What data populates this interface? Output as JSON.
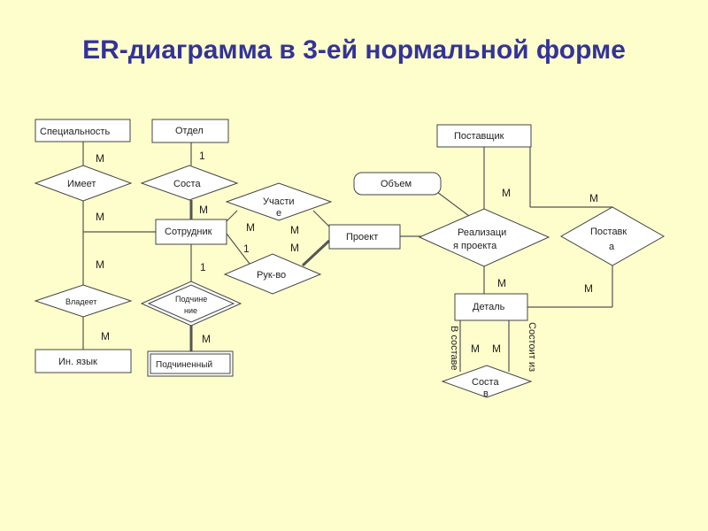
{
  "title": "ER-диаграмма в 3-ей нормальной форме",
  "entities": {
    "specialnost": "Специальность",
    "otdel": "Отдел",
    "sotrudnik": "Сотрудник",
    "in_yazyk": "Ин. язык",
    "podchinenny": "Подчиненный",
    "proekt": "Проект",
    "postavshchik": "Поставщик",
    "detal": "Деталь"
  },
  "attributes": {
    "obem": "Объем"
  },
  "relationships": {
    "imeet": "Имеет",
    "sosta1": "Соста",
    "vladeet": "Владеет",
    "podchinenie_1": "Подчине",
    "podchinenie_2": "ние",
    "uchastie_1": "Участи",
    "uchastie_2": "е",
    "ruk_vo": "Рук-во",
    "realizatsiya_1": "Реализаци",
    "realizatsiya_2": "я проекта",
    "postavka_1": "Поставк",
    "postavka_2": "а",
    "sostav_1": "Соста",
    "sostav_2": "в"
  },
  "edge_labels": {
    "v_sostave": "В составе",
    "sostoit_iz": "Состоит из"
  },
  "cardinalities": {
    "c1": "M",
    "c2": "M",
    "c3": "M",
    "c4": "M",
    "c5": "1",
    "c6": "M",
    "c7": "1",
    "c8": "M",
    "c9": "M",
    "c10": "1",
    "c11": "M",
    "c12": "M",
    "c13": "M",
    "c14": "M",
    "c15": "M",
    "c16": "M",
    "c17": "M",
    "c18": "M"
  }
}
